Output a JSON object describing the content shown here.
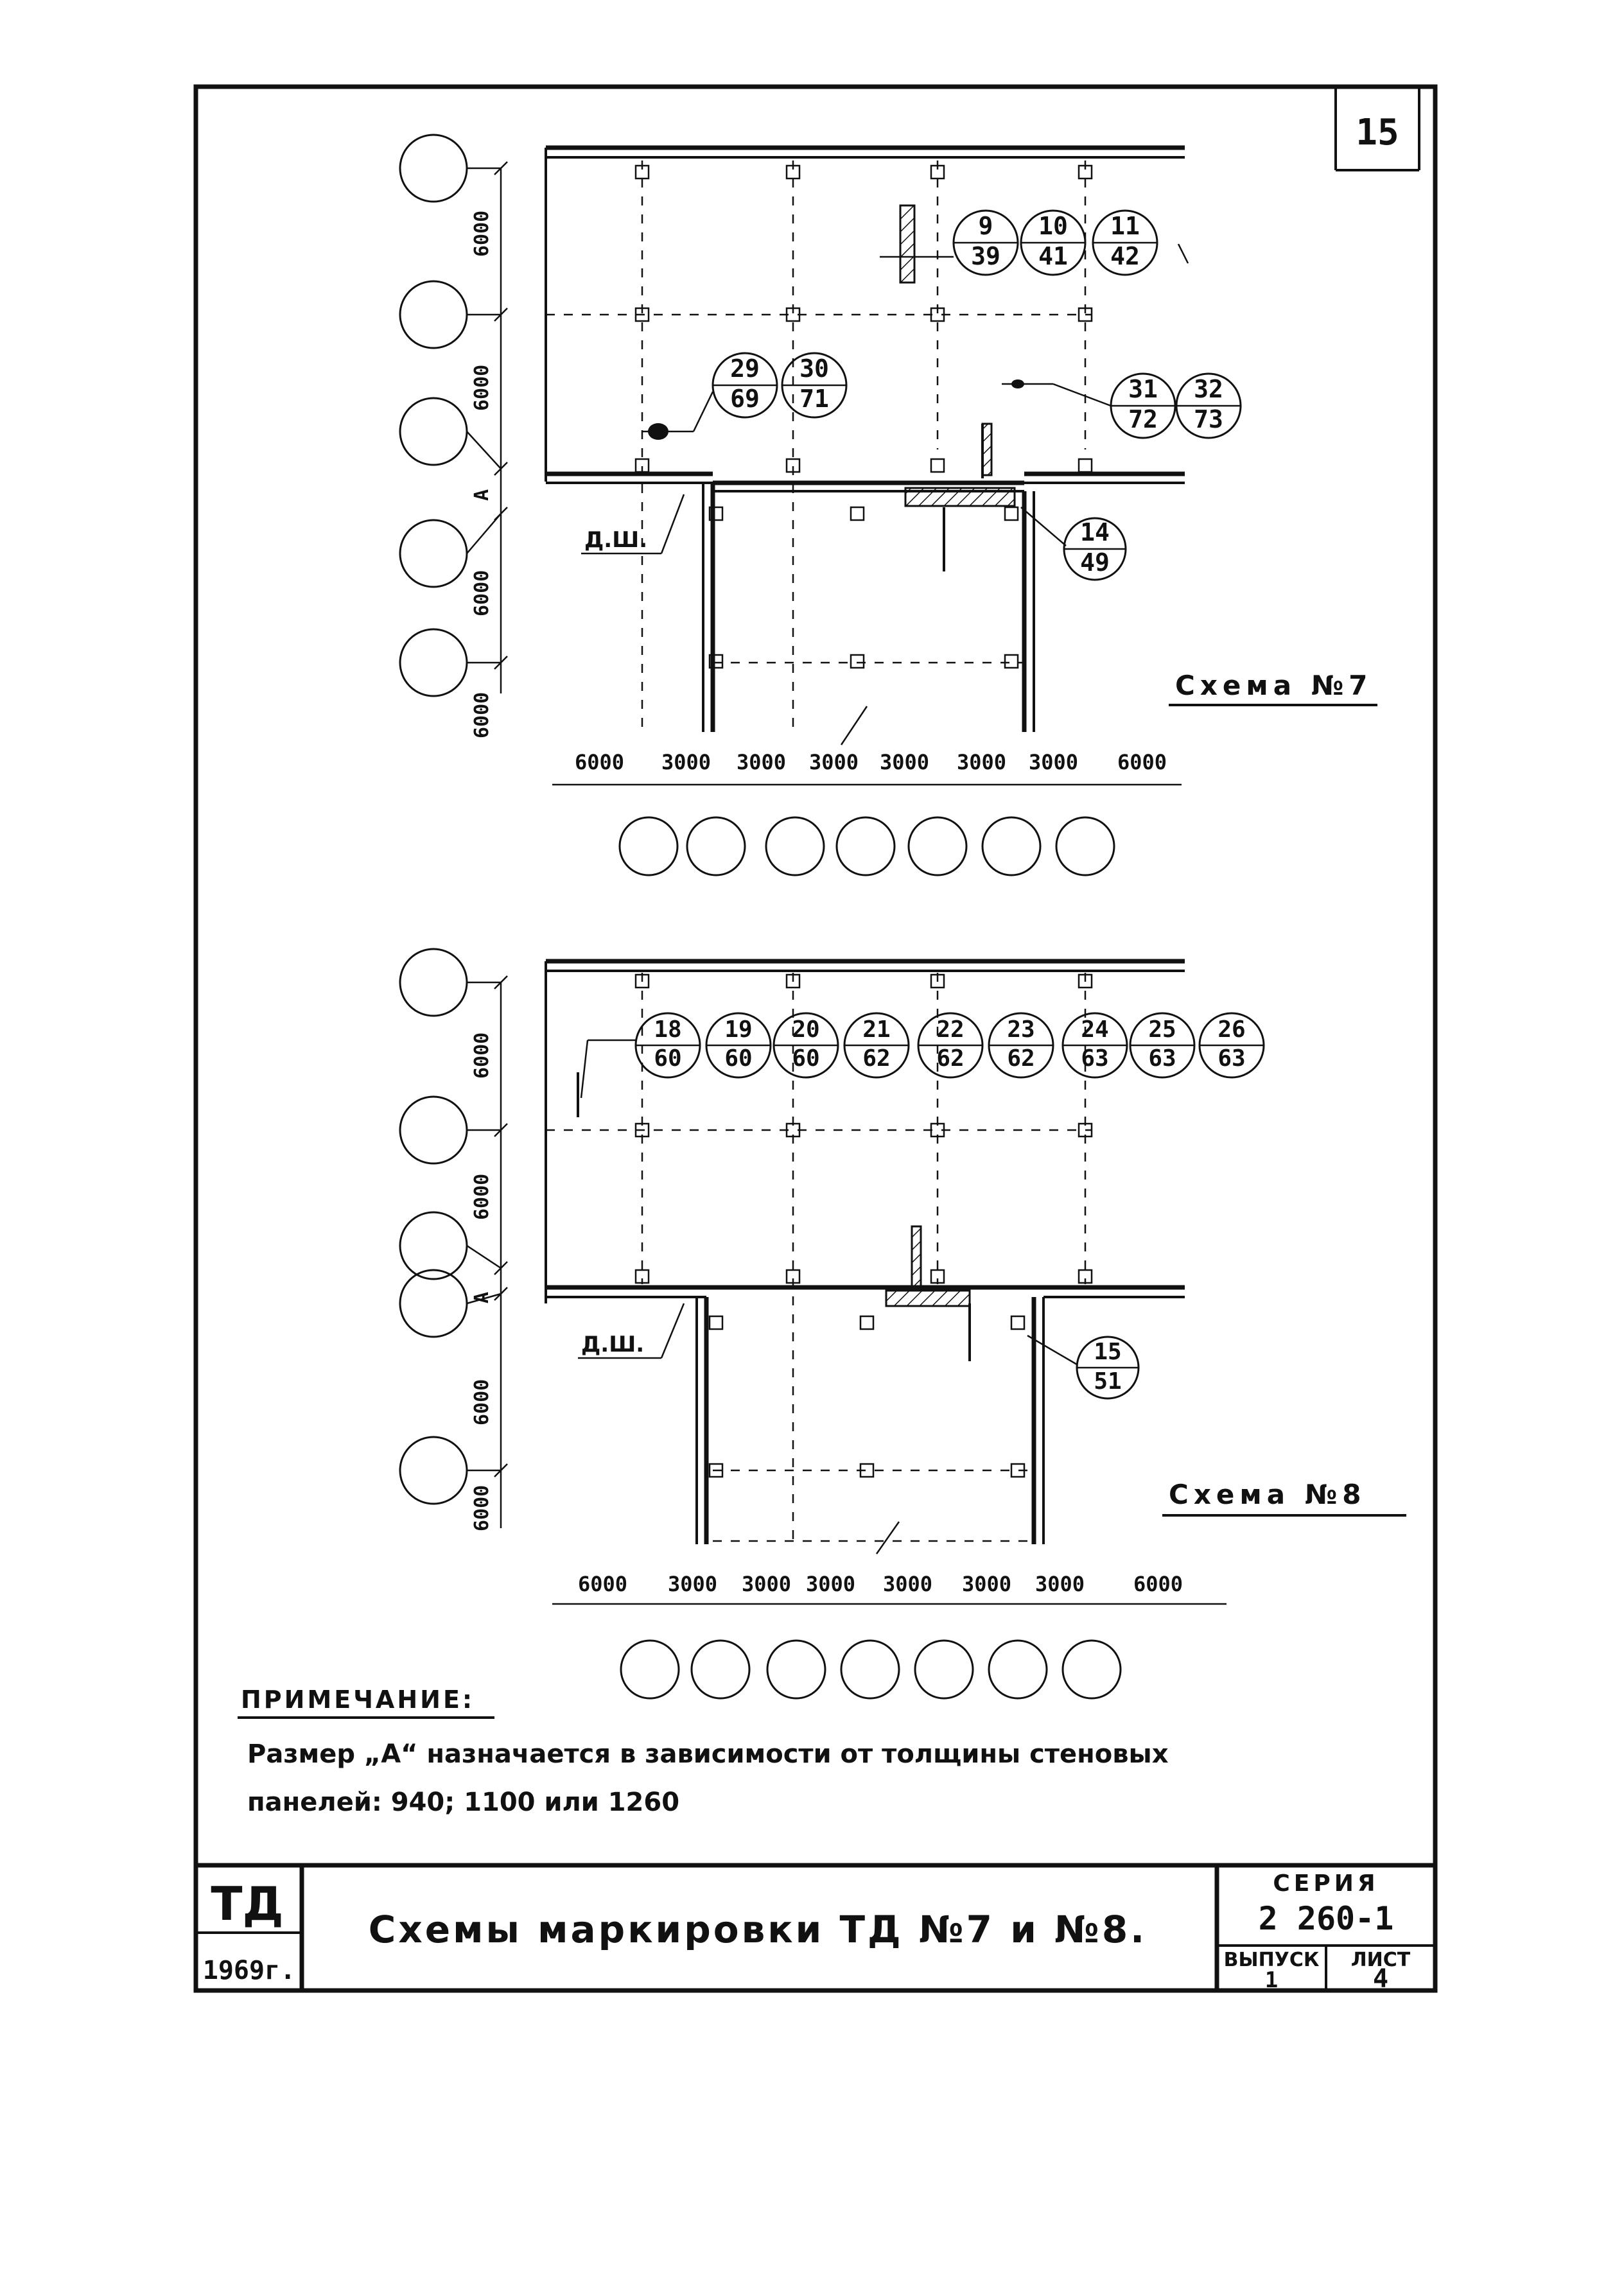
{
  "sheet_number": "15",
  "scheme7": {
    "title": "Схема №7",
    "axis_spacing_left": [
      "6000",
      "6000",
      "6000",
      "6000"
    ],
    "dim_a_label": "А",
    "gutter_label": "Д.Ш.",
    "bottom_dims": [
      "6000",
      "3000",
      "3000",
      "3000",
      "3000",
      "3000",
      "3000",
      "6000"
    ],
    "marks": [
      {
        "top": "9",
        "bottom": "39"
      },
      {
        "top": "10",
        "bottom": "41"
      },
      {
        "top": "11",
        "bottom": "42"
      },
      {
        "top": "29",
        "bottom": "69"
      },
      {
        "top": "30",
        "bottom": "71"
      },
      {
        "top": "31",
        "bottom": "72"
      },
      {
        "top": "32",
        "bottom": "73"
      },
      {
        "top": "14",
        "bottom": "49"
      }
    ]
  },
  "scheme8": {
    "title": "Схема №8",
    "axis_spacing_left": [
      "6000",
      "6000",
      "6000",
      "6000"
    ],
    "dim_a_label": "А",
    "gutter_label": "Д.Ш.",
    "bottom_dims": [
      "6000",
      "3000",
      "3000",
      "3000",
      "3000",
      "3000",
      "3000",
      "6000"
    ],
    "marks": [
      {
        "top": "18",
        "bottom": "60"
      },
      {
        "top": "19",
        "bottom": "60"
      },
      {
        "top": "20",
        "bottom": "60"
      },
      {
        "top": "21",
        "bottom": "62"
      },
      {
        "top": "22",
        "bottom": "62"
      },
      {
        "top": "23",
        "bottom": "62"
      },
      {
        "top": "24",
        "bottom": "63"
      },
      {
        "top": "25",
        "bottom": "63"
      },
      {
        "top": "26",
        "bottom": "63"
      },
      {
        "top": "15",
        "bottom": "51"
      }
    ]
  },
  "note": {
    "heading": "ПРИМЕЧАНИЕ:",
    "line1": "Размер „А“ назначается в зависимости от толщины стеновых",
    "line2": "панелей: 940; 1100 или 1260"
  },
  "title_block": {
    "org": "ТД",
    "year": "1969г.",
    "title": "Схемы маркировки ТД №7 и №8.",
    "series_label": "СЕРИЯ",
    "series_value": "2 260-1",
    "issue_label": "ВЫПУСК",
    "issue_value": "1",
    "sheet_label": "ЛИСТ",
    "sheet_value": "4"
  }
}
